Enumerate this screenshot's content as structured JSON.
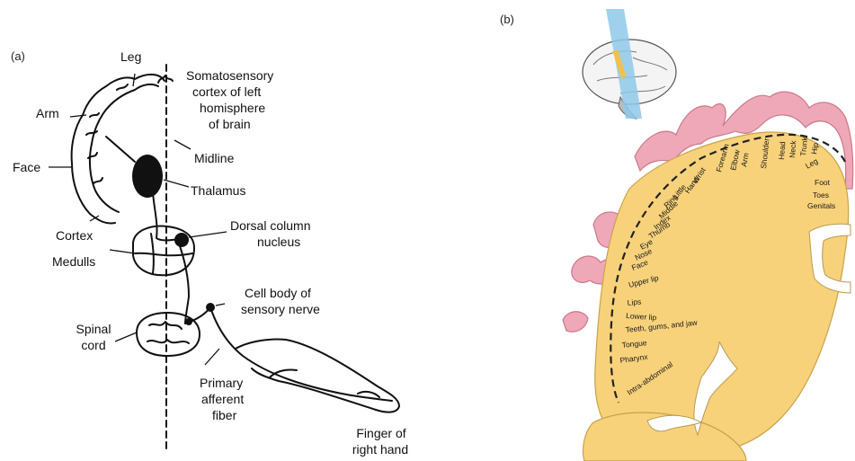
{
  "panel_a": {
    "panel_label": "(a)",
    "labels": {
      "leg": "Leg",
      "somatosensory": [
        "Somatosensory",
        "cortex of left",
        "homisphere",
        "of brain"
      ],
      "arm": "Arm",
      "midline": "Midline",
      "face": "Face",
      "thalamus": "Thalamus",
      "dorsal_column": [
        "Dorsal column",
        "nucleus"
      ],
      "cortex": "Cortex",
      "medulla": "Medulls",
      "cell_body": [
        "Cell body of",
        "sensory nerve"
      ],
      "spinal_cord": [
        "Spinal",
        "cord"
      ],
      "primary_afferent": [
        "Primary",
        "afferent",
        "fiber"
      ],
      "finger": [
        "Finger of",
        "right hand"
      ]
    }
  },
  "panel_b": {
    "panel_label": "(b)",
    "homunculus_labels": [
      "Wrist",
      "Hand",
      "Little",
      "Ring",
      "Middle",
      "Index",
      "Thumb",
      "Eye",
      "Nose",
      "Face",
      "Upper lip",
      "Lips",
      "Lower lip",
      "Teeth, gums, and jaw",
      "Tongue",
      "Pharynx",
      "Intra-abdominal",
      "Forearm",
      "Elbow",
      "Arm",
      "Shoulder",
      "Head",
      "Neck",
      "Trunk",
      "Hip",
      "Leg",
      "Foot",
      "Toes",
      "Genitals"
    ]
  },
  "colors": {
    "cortex_fill": "#f7d27a",
    "cortex_edge": "#c9a24c",
    "surface_pink": "#efa8b8",
    "surface_pink_edge": "#c9798a",
    "ink": "#111111",
    "slice_blue": "#8ec9ea"
  }
}
